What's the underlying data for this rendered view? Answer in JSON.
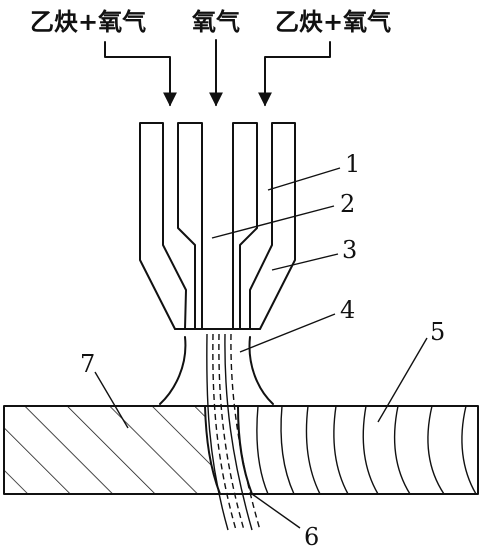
{
  "gas_labels": {
    "left": "乙炔+氧气",
    "center": "氧气",
    "right": "乙炔+氧气"
  },
  "part_labels": [
    "1",
    "2",
    "3",
    "4",
    "5",
    "6",
    "7"
  ],
  "colors": {
    "ink": "#111111",
    "background": "#ffffff"
  }
}
